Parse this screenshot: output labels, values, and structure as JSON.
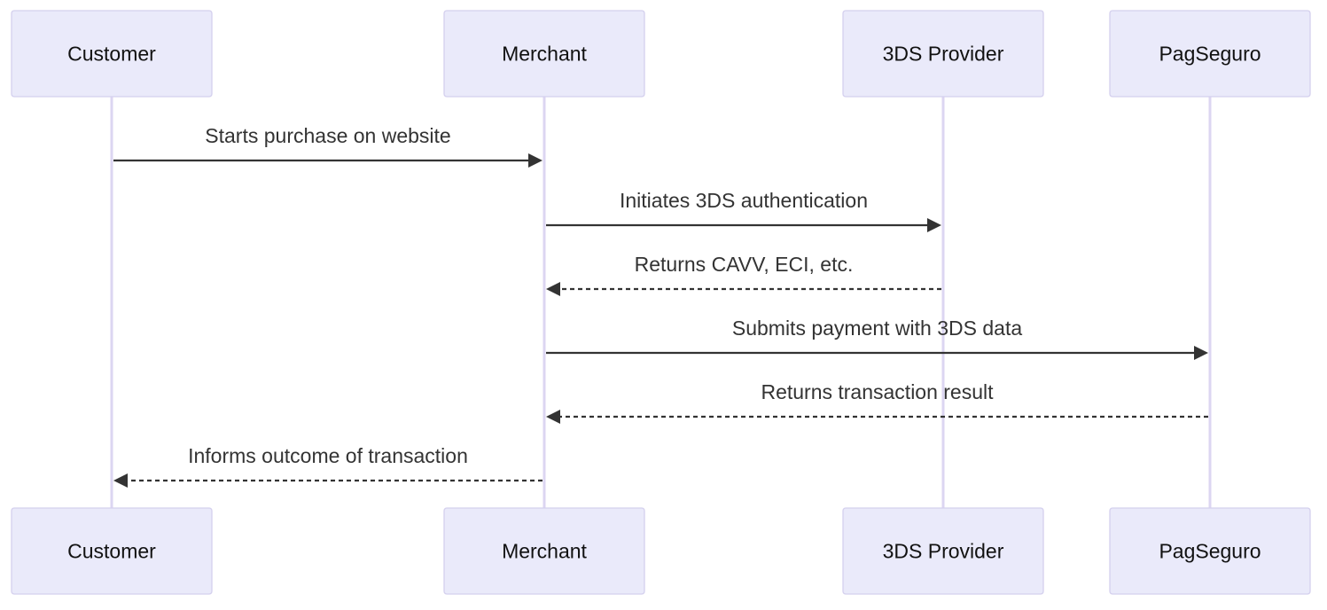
{
  "diagram": {
    "type": "sequence",
    "colors": {
      "actor_fill": "#eaeafa",
      "actor_border": "#d4d0ee",
      "lifeline": "#dcd6f2",
      "message": "#333333",
      "label": "#111111"
    },
    "participants": [
      {
        "id": "customer",
        "label": "Customer"
      },
      {
        "id": "merchant",
        "label": "Merchant"
      },
      {
        "id": "provider",
        "label": "3DS Provider"
      },
      {
        "id": "pagseguro",
        "label": "PagSeguro"
      }
    ],
    "messages": [
      {
        "from": "customer",
        "to": "merchant",
        "label": "Starts purchase on website",
        "style": "solid"
      },
      {
        "from": "merchant",
        "to": "provider",
        "label": "Initiates 3DS authentication",
        "style": "solid"
      },
      {
        "from": "provider",
        "to": "merchant",
        "label": "Returns CAVV, ECI, etc.",
        "style": "dashed"
      },
      {
        "from": "merchant",
        "to": "pagseguro",
        "label": "Submits payment with 3DS data",
        "style": "solid"
      },
      {
        "from": "pagseguro",
        "to": "merchant",
        "label": "Returns transaction result",
        "style": "dashed"
      },
      {
        "from": "merchant",
        "to": "customer",
        "label": "Informs outcome of transaction",
        "style": "dashed"
      }
    ]
  }
}
